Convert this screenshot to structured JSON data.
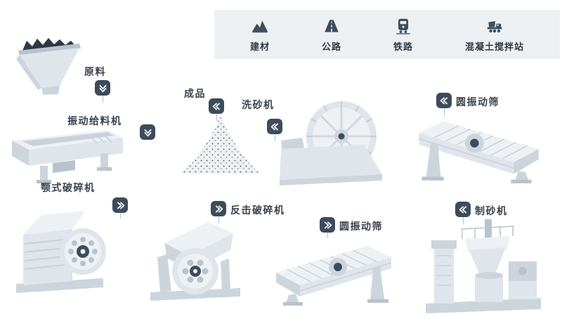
{
  "applications_bar": {
    "items": [
      {
        "label": "建材",
        "icon": "building-materials-icon"
      },
      {
        "label": "公路",
        "icon": "highway-icon"
      },
      {
        "label": "铁路",
        "icon": "railway-icon"
      },
      {
        "label": "混凝土搅拌站",
        "icon": "concrete-mixing-plant-icon"
      }
    ]
  },
  "stages": {
    "raw_material": {
      "label": "原料",
      "arrow": "down"
    },
    "vibrating_feeder": {
      "label": "振动给料机",
      "arrow": "down"
    },
    "jaw_crusher": {
      "label": "颚式破碎机",
      "arrow": "right"
    },
    "impact_crusher": {
      "label": "反击破碎机",
      "arrow": "right"
    },
    "vibrating_screen_a": {
      "label": "圆振动筛",
      "arrow": "right"
    },
    "sand_maker": {
      "label": "制砂机",
      "arrow": "left"
    },
    "vibrating_screen_b": {
      "label": "圆振动筛",
      "arrow": "left"
    },
    "sand_washer": {
      "label": "洗砂机",
      "arrow": "left"
    },
    "finished_product": {
      "label": "成品",
      "arrow": "left"
    }
  },
  "colors": {
    "arrow_badge": "#3d4c5c",
    "applications_bar_bg": "#edf0f2",
    "machine_light": "#eef1f4",
    "machine_mid": "#dfe5ea",
    "machine_shade": "#cdd5dc",
    "label_text": "#39424c",
    "background": "#ffffff"
  }
}
